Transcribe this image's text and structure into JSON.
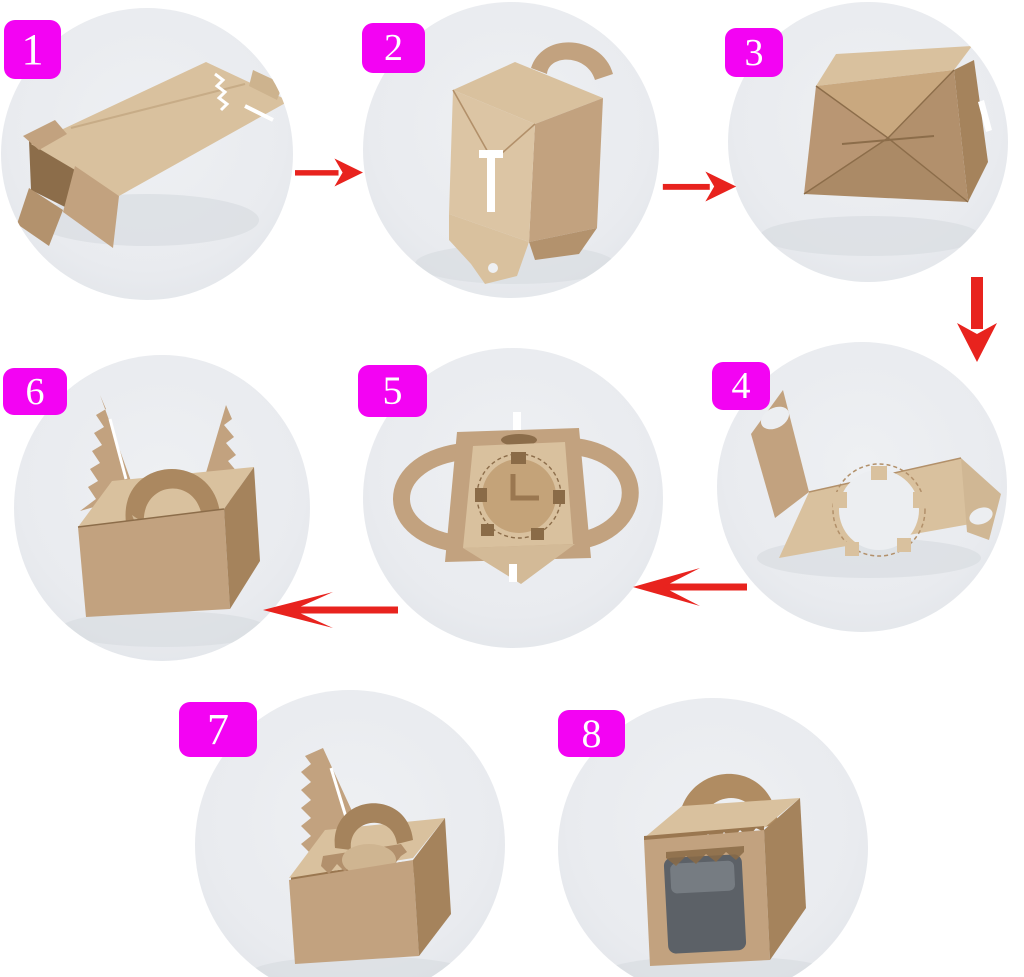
{
  "title": "cupcake box assembly instructions (8 steps)",
  "colors": {
    "page_bg": "#ffffff",
    "photo_bg": "#e9ebef",
    "badge_bg": "#f303f3",
    "badge_text": "#ffffff",
    "arrow_red": "#e8231e",
    "kraft_light": "#d9c19e",
    "kraft_mid": "#c2a27f",
    "kraft_dark": "#a5835c",
    "kraft_deep": "#8c6d4a",
    "window_gray": "#5c6167"
  },
  "steps": [
    {
      "label": "1",
      "photo": "flattened-box-blank"
    },
    {
      "label": "2",
      "photo": "box-standing-bottom-flaps-open"
    },
    {
      "label": "3",
      "photo": "box-bottom-folded-closed"
    },
    {
      "label": "4",
      "photo": "cupcake-insert-unfolded"
    },
    {
      "label": "5",
      "photo": "insert-placed-inside-box-top-view"
    },
    {
      "label": "6",
      "photo": "handle-formed-side-flaps-up"
    },
    {
      "label": "7",
      "photo": "side-flap-folding-down-over-handle"
    },
    {
      "label": "8",
      "photo": "finished-box-with-handle-and-window"
    }
  ],
  "arrows": [
    {
      "from": "1",
      "to": "2",
      "direction": "right"
    },
    {
      "from": "2",
      "to": "3",
      "direction": "right"
    },
    {
      "from": "3",
      "to": "4",
      "direction": "down"
    },
    {
      "from": "4",
      "to": "5",
      "direction": "left"
    },
    {
      "from": "5",
      "to": "6",
      "direction": "left"
    }
  ]
}
